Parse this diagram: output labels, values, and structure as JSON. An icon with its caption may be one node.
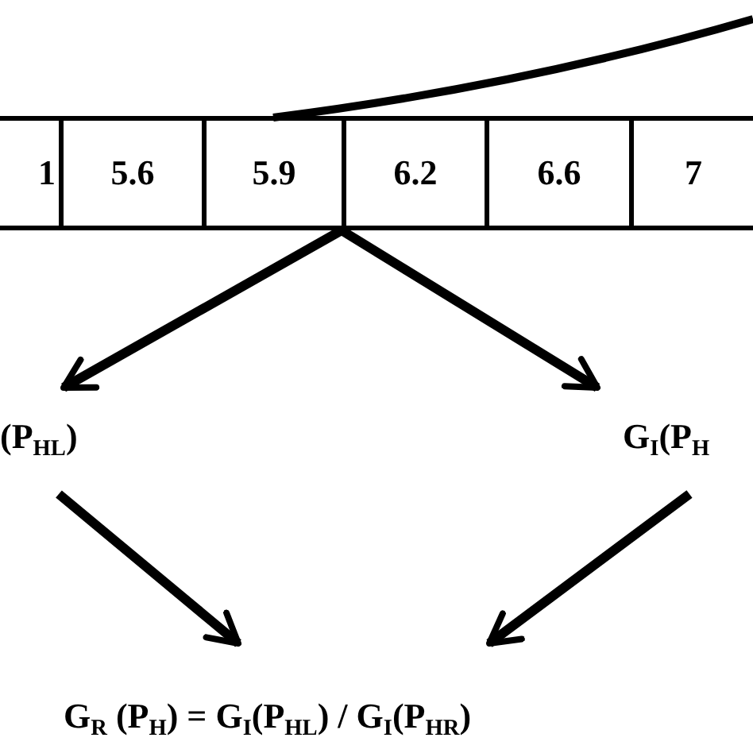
{
  "diagram": {
    "nodes": [
      {
        "text": [],
        "shape": "bar"
      },
      {
        "text": [
          "1"
        ],
        "in": 0
      },
      {
        "text": [
          "5.6"
        ],
        "in": 0
      },
      {
        "text": [
          "5.9"
        ],
        "in": 0
      },
      {
        "text": [
          "6.2"
        ],
        "in": 0
      },
      {
        "text": [
          "6.6"
        ],
        "in": 0
      },
      {
        "text": [
          "7"
        ],
        "in": 0
      },
      {
        "text": [
          "(P$_{HL}$)"
        ]
      },
      {
        "text": [
          "G$_{I}$(P$_{H}$"
        ]
      },
      {
        "text": [
          "G$_{R}$ (P$_{H}$) = G$_{I}$(P$_{HL}$) / G$_{I}$(P$_{HR}$)"
        ]
      }
    ],
    "edges": [
      {
        "from": 0,
        "to": 7,
        "arrow": "to"
      },
      {
        "from": 0,
        "to": 8,
        "arrow": "to"
      },
      {
        "from": 7,
        "to": 9,
        "arrow": "to"
      },
      {
        "from": 8,
        "to": 9,
        "arrow": "to"
      }
    ]
  }
}
